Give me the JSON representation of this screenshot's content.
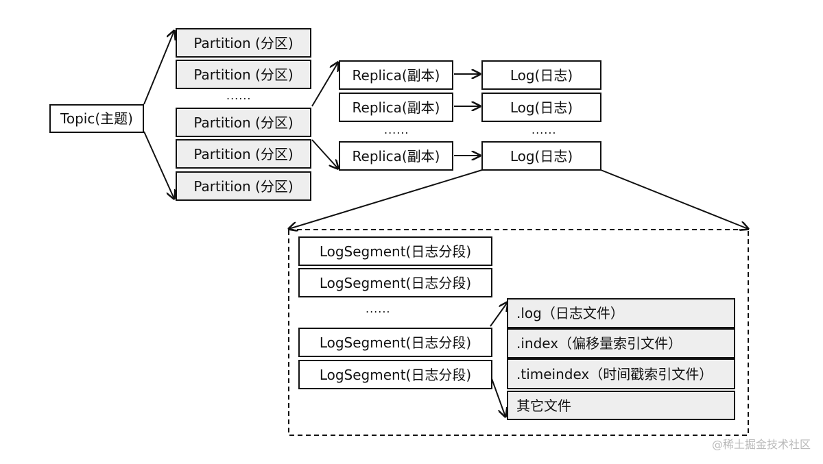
{
  "diagram": {
    "topic": "Topic(主题)",
    "partitions": [
      "Partition (分区)",
      "Partition (分区)",
      "Partition (分区)",
      "Partition (分区)",
      "Partition (分区)"
    ],
    "partition_ellipsis": "......",
    "replicas": [
      "Replica(副本)",
      "Replica(副本)",
      "Replica(副本)"
    ],
    "replica_ellipsis": "......",
    "logs": [
      "Log(日志)",
      "Log(日志)",
      "Log(日志)"
    ],
    "log_ellipsis": "......",
    "log_segments": [
      "LogSegment(日志分段)",
      "LogSegment(日志分段)",
      "LogSegment(日志分段)",
      "LogSegment(日志分段)"
    ],
    "segment_ellipsis": "......",
    "segment_files": [
      ".log（日志文件）",
      ".index（偏移量索引文件）",
      ".timeindex（时间戳索引文件）",
      "其它文件"
    ]
  },
  "watermark": "@稀土掘金技术社区"
}
